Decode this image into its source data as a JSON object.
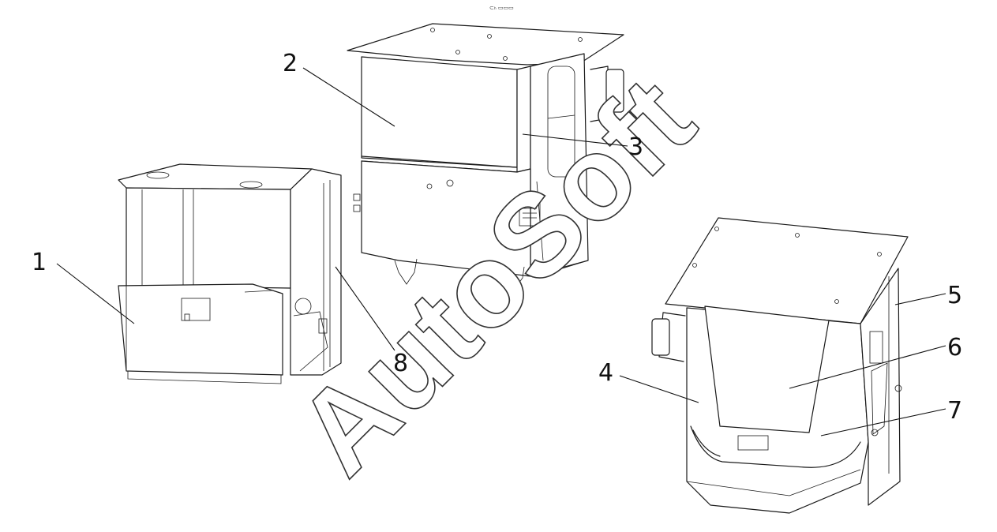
{
  "header_note": "⊂ₕ ▭▭▭",
  "watermark": "AutoSoft",
  "callouts": [
    {
      "id": "1",
      "label": "1"
    },
    {
      "id": "2",
      "label": "2"
    },
    {
      "id": "3",
      "label": "3"
    },
    {
      "id": "4",
      "label": "4"
    },
    {
      "id": "5",
      "label": "5"
    },
    {
      "id": "6",
      "label": "6"
    },
    {
      "id": "7",
      "label": "7"
    },
    {
      "id": "8",
      "label": "8"
    }
  ],
  "colors": {
    "line": "#1a1a1a",
    "background": "#ffffff"
  }
}
